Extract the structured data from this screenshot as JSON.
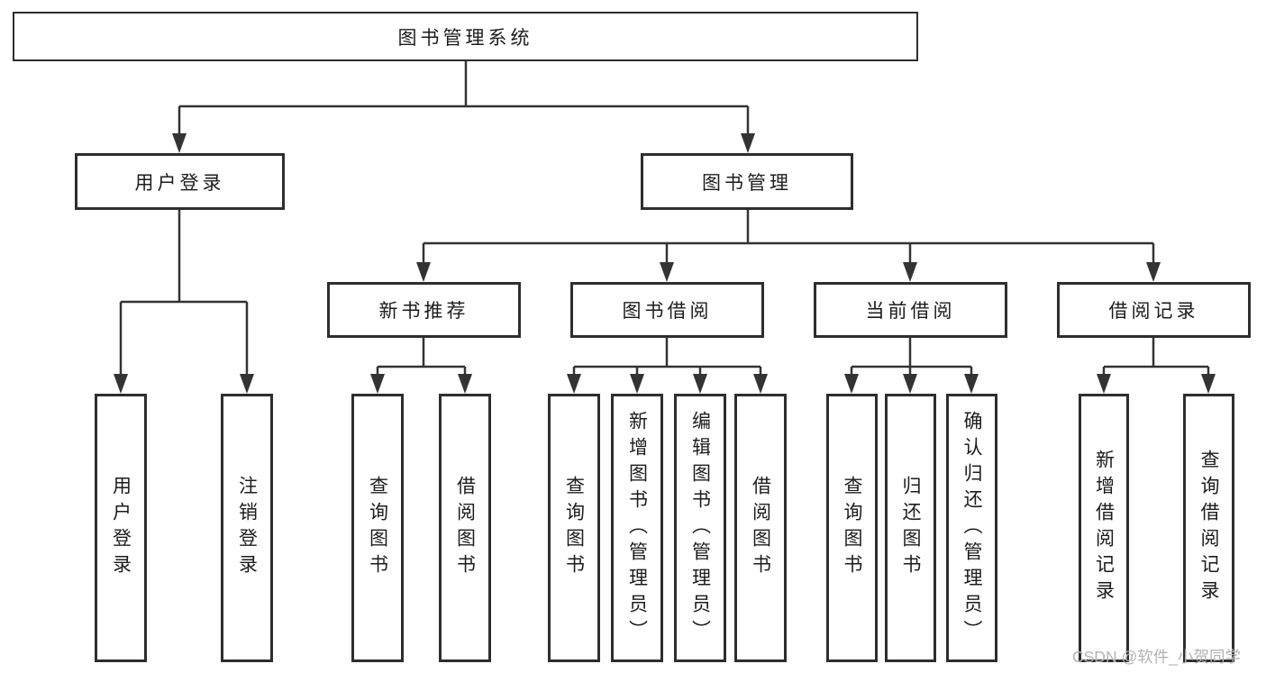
{
  "diagram": {
    "root": {
      "label": "图书管理系统"
    },
    "level2": [
      {
        "label": "用户登录"
      },
      {
        "label": "图书管理"
      }
    ],
    "level3": [
      {
        "label": "新书推荐"
      },
      {
        "label": "图书借阅"
      },
      {
        "label": "当前借阅"
      },
      {
        "label": "借阅记录"
      }
    ],
    "leaves": {
      "user_login": [
        {
          "label": "用户登录"
        },
        {
          "label": "注销登录"
        }
      ],
      "new_book_recommend": [
        {
          "label": "查询图书"
        },
        {
          "label": "借阅图书"
        }
      ],
      "book_borrow": [
        {
          "label": "查询图书"
        },
        {
          "label": "新增图书（管理员）"
        },
        {
          "label": "编辑图书（管理员）"
        },
        {
          "label": "借阅图书"
        }
      ],
      "current_borrow": [
        {
          "label": "查询图书"
        },
        {
          "label": "归还图书"
        },
        {
          "label": "确认归还（管理员）"
        }
      ],
      "borrow_records": [
        {
          "label": "新增借阅记录"
        },
        {
          "label": "查询借阅记录"
        }
      ]
    }
  },
  "watermark": {
    "text": "CSDN @软件_小贺同学"
  },
  "colors": {
    "line": "#333333",
    "border": "#2e2e2e",
    "text": "#1c1c1c",
    "background": "#ffffff",
    "watermark": "#b3b3b3"
  }
}
